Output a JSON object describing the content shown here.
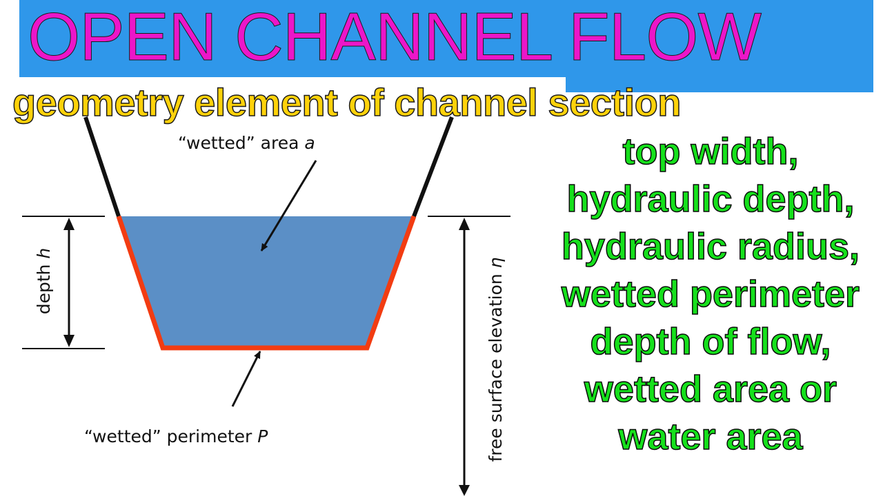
{
  "header": {
    "title": "OPEN CHANNEL FLOW",
    "subtitle": "geometry element of channel section"
  },
  "diagram": {
    "area_label_prefix": "“wetted” area ",
    "area_symbol": "a",
    "perimeter_label_prefix": "“wetted” perimeter ",
    "perimeter_symbol": "P",
    "depth_label_prefix": "depth ",
    "depth_symbol": "h",
    "elevation_label_prefix": "free surface elevation ",
    "elevation_symbol": "η"
  },
  "side_list": [
    "top width,",
    "hydraulic depth,",
    "hydraulic radius,",
    "wetted perimeter",
    "depth of flow,",
    "wetted area or",
    "water area"
  ],
  "colors": {
    "title_band": "#2f97ea",
    "title_text": "#ec16c9",
    "subtitle_text": "#ffd20a",
    "list_text": "#16e01c",
    "water_fill": "#5b8fc6",
    "wetted_perimeter": "#f23c12"
  }
}
